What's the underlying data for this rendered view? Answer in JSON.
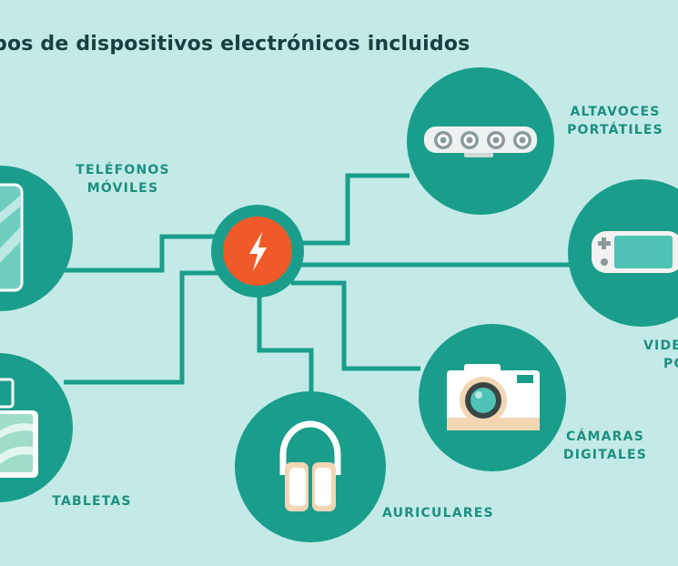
{
  "title": "pos de dispositivos electrónicos incluidos",
  "colors": {
    "background": "#c3eae7",
    "node": "#1a9e8b",
    "hub_center": "#f05a28",
    "label": "#1c8f7f"
  },
  "hub": {
    "icon": "lightning-bolt-icon"
  },
  "devices": {
    "phones": {
      "line1": "TELÉFONOS",
      "line2": "MÓVILES",
      "icon": "smartphone-icon"
    },
    "tablets": {
      "line1": "TABLETAS",
      "icon": "tablet-icon"
    },
    "headphones": {
      "line1": "AURICULARES",
      "icon": "headphones-icon"
    },
    "speakers": {
      "line1": "ALTAVOCES",
      "line2": "PORTÁTILES",
      "icon": "speaker-icon"
    },
    "consoles": {
      "line1": "VIDE",
      "line2": "PO",
      "icon": "handheld-console-icon"
    },
    "cameras": {
      "line1": "CÁMARAS",
      "line2": "DIGITALES",
      "icon": "camera-icon"
    }
  }
}
